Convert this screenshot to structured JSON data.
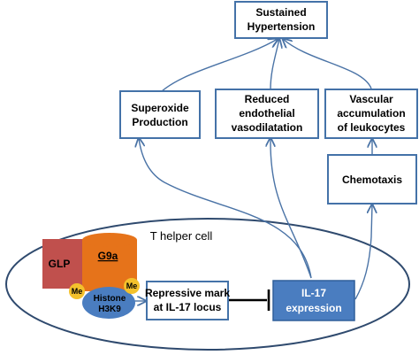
{
  "nodes": {
    "sustained_hypertension": [
      "Sustained",
      "Hypertension"
    ],
    "superoxide_production": [
      "Superoxide",
      "Production"
    ],
    "reduced_vasodilatation": [
      "Reduced",
      "endothelial",
      "vasodilatation"
    ],
    "vascular_accumulation": [
      "Vascular",
      "accumulation",
      "of leukocytes"
    ],
    "chemotaxis": "Chemotaxis",
    "t_helper_cell": "T helper cell",
    "glp": "GLP",
    "g9a": "G9a",
    "histone": [
      "Histone",
      "H3K9"
    ],
    "me": "Me",
    "repressive_mark": [
      "Repressive mark",
      "at IL-17 locus"
    ],
    "il17_expression": [
      "IL-17",
      "expression"
    ]
  },
  "colors": {
    "box_border": "#4472a8",
    "arrow": "#4a73a6",
    "il17_fill": "#4a7dc0",
    "glp_fill": "#c0504d",
    "g9a_fill": "#e6731a",
    "histone_fill": "#4a7dc0",
    "me_fill": "#f3c12c",
    "cell_outline": "#2f4a6e"
  }
}
